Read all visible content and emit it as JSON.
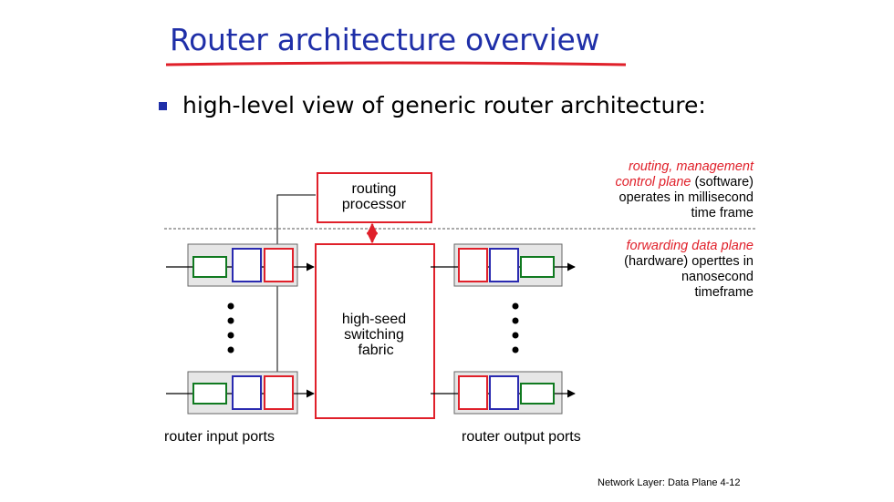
{
  "slide": {
    "title": "Router architecture overview",
    "bullet": "high-level view of generic router architecture:",
    "footer": "Network Layer: Data Plane  4-12"
  },
  "diagram": {
    "routing_processor": [
      "routing",
      "processor"
    ],
    "switching_fabric": [
      "high-seed",
      "switching",
      "fabric"
    ],
    "input_ports_label": "router input ports",
    "output_ports_label": "router output ports",
    "control_plane_note": {
      "line1": "routing, management",
      "line2_red": "control plane",
      "line2_black": " (software)",
      "line3": "operates in millisecond",
      "line4": "time frame"
    },
    "data_plane_note": {
      "line1": "forwarding data plane",
      "line2": "(hardware) operttes in",
      "line3": "nanosecond",
      "line4": "timeframe"
    }
  },
  "colors": {
    "title_blue": "#1f2fa8",
    "accent_red": "#e0202a",
    "queue_green": "#107a20",
    "queue_blue": "#2a2ab0",
    "queue_red": "#e0202a"
  }
}
